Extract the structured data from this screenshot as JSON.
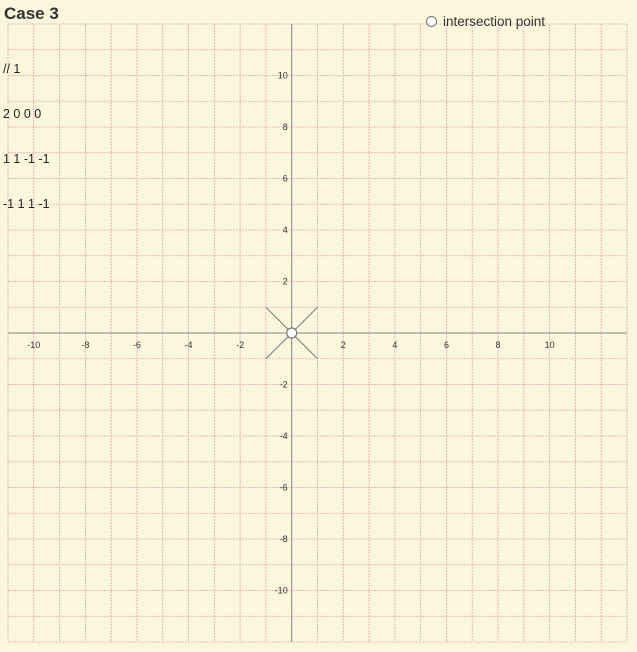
{
  "case_title": "Case 3",
  "input_lines": [
    "// 1",
    "2 0 0 0",
    "1 1 -1 -1",
    "-1 1 1 -1"
  ],
  "legend": {
    "label": "intersection point"
  },
  "colors": {
    "background": "#fbf7dc",
    "grid": "#e2a3b9",
    "axis": "#888888",
    "line": "#7a7a7a",
    "point_fill": "#ffffff",
    "point_stroke": "#777777"
  },
  "chart_data": {
    "type": "scatter",
    "xlim": [
      -11,
      13
    ],
    "ylim": [
      -12,
      12
    ],
    "grid": true,
    "x_ticks": [
      -10,
      -8,
      -6,
      -4,
      -2,
      2,
      4,
      6,
      8,
      10
    ],
    "y_ticks": [
      10,
      8,
      6,
      4,
      2,
      -2,
      -4,
      -6,
      -8,
      -10
    ],
    "segments": [
      {
        "from": [
          -1,
          1
        ],
        "to": [
          1,
          -1
        ]
      },
      {
        "from": [
          -1,
          -1
        ],
        "to": [
          1,
          1
        ]
      }
    ],
    "points": [
      {
        "name": "intersection point",
        "x": 0,
        "y": 0
      }
    ]
  }
}
